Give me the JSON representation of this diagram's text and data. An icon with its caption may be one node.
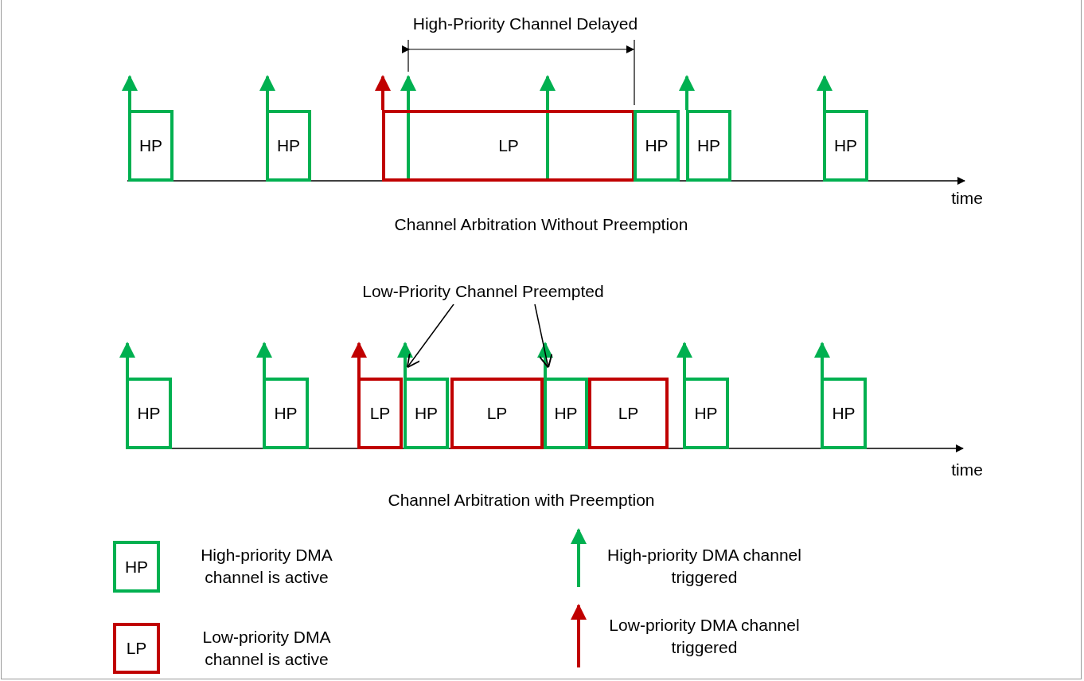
{
  "diagram": {
    "nodes": [
      {
        "text": [
          "HP"
        ]
      },
      {
        "text": [
          "HP"
        ]
      },
      {
        "text": [
          "LP"
        ]
      },
      {
        "text": [
          "HP"
        ]
      },
      {
        "text": [
          "HP"
        ]
      },
      {
        "text": [
          "HP"
        ]
      },
      {
        "text": [
          "Low-Priority Channel Preempted"
        ]
      },
      {
        "text": [
          "HP"
        ]
      },
      {
        "text": [
          "HP"
        ]
      },
      {
        "text": [
          "LP"
        ]
      },
      {
        "text": [
          "HP"
        ]
      },
      {
        "text": [
          "LP"
        ]
      },
      {
        "text": [
          "HP"
        ]
      },
      {
        "text": [
          "LP"
        ]
      },
      {
        "text": [
          "HP"
        ]
      },
      {
        "text": [
          "HP"
        ]
      },
      {
        "text": [
          "HP"
        ],
        "beside": [
          "High-priority DMA channel is active"
        ]
      },
      {
        "text": [
          "LP"
        ],
        "beside": [
          "Low-priority DMA channel is active"
        ]
      }
    ],
    "edges": [
      {
        "from": 6,
        "to": 10,
        "arrow": "to"
      },
      {
        "from": 6,
        "to": 12,
        "arrow": "to"
      }
    ],
    "labels": [
      "High-Priority Channel Delayed",
      "time",
      "Channel Arbitration Without Preemption",
      "time",
      "Channel Arbitration with Preemption"
    ],
    "legend": [
      {
        "text": "High-priority DMA channel triggered"
      },
      {
        "text": "Low-priority DMA channel triggered"
      }
    ]
  }
}
